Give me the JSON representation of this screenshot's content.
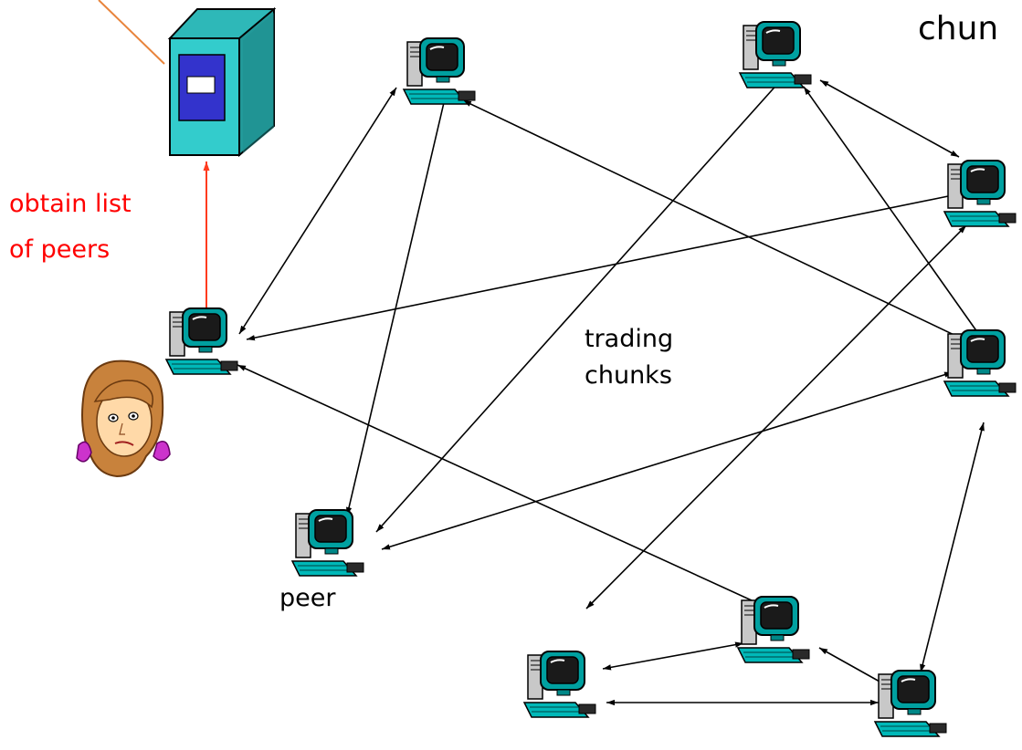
{
  "labels": {
    "top_right": "chun",
    "tracker_line1": "obtain list",
    "tracker_line2": "of peers",
    "center_line1": "trading",
    "center_line2": "chunks",
    "peer": "peer"
  },
  "colors": {
    "tracker_link": "#ff3b1f",
    "peer_link": "#000000",
    "tracker_label": "#ff0000",
    "server_body": "#33cccc",
    "server_panel": "#3333cc",
    "pointer_line": "#e8843c"
  },
  "icons": {
    "server": "tracker-server-icon",
    "computer": "peer-computer-icon",
    "person": "alice-girl-icon"
  }
}
